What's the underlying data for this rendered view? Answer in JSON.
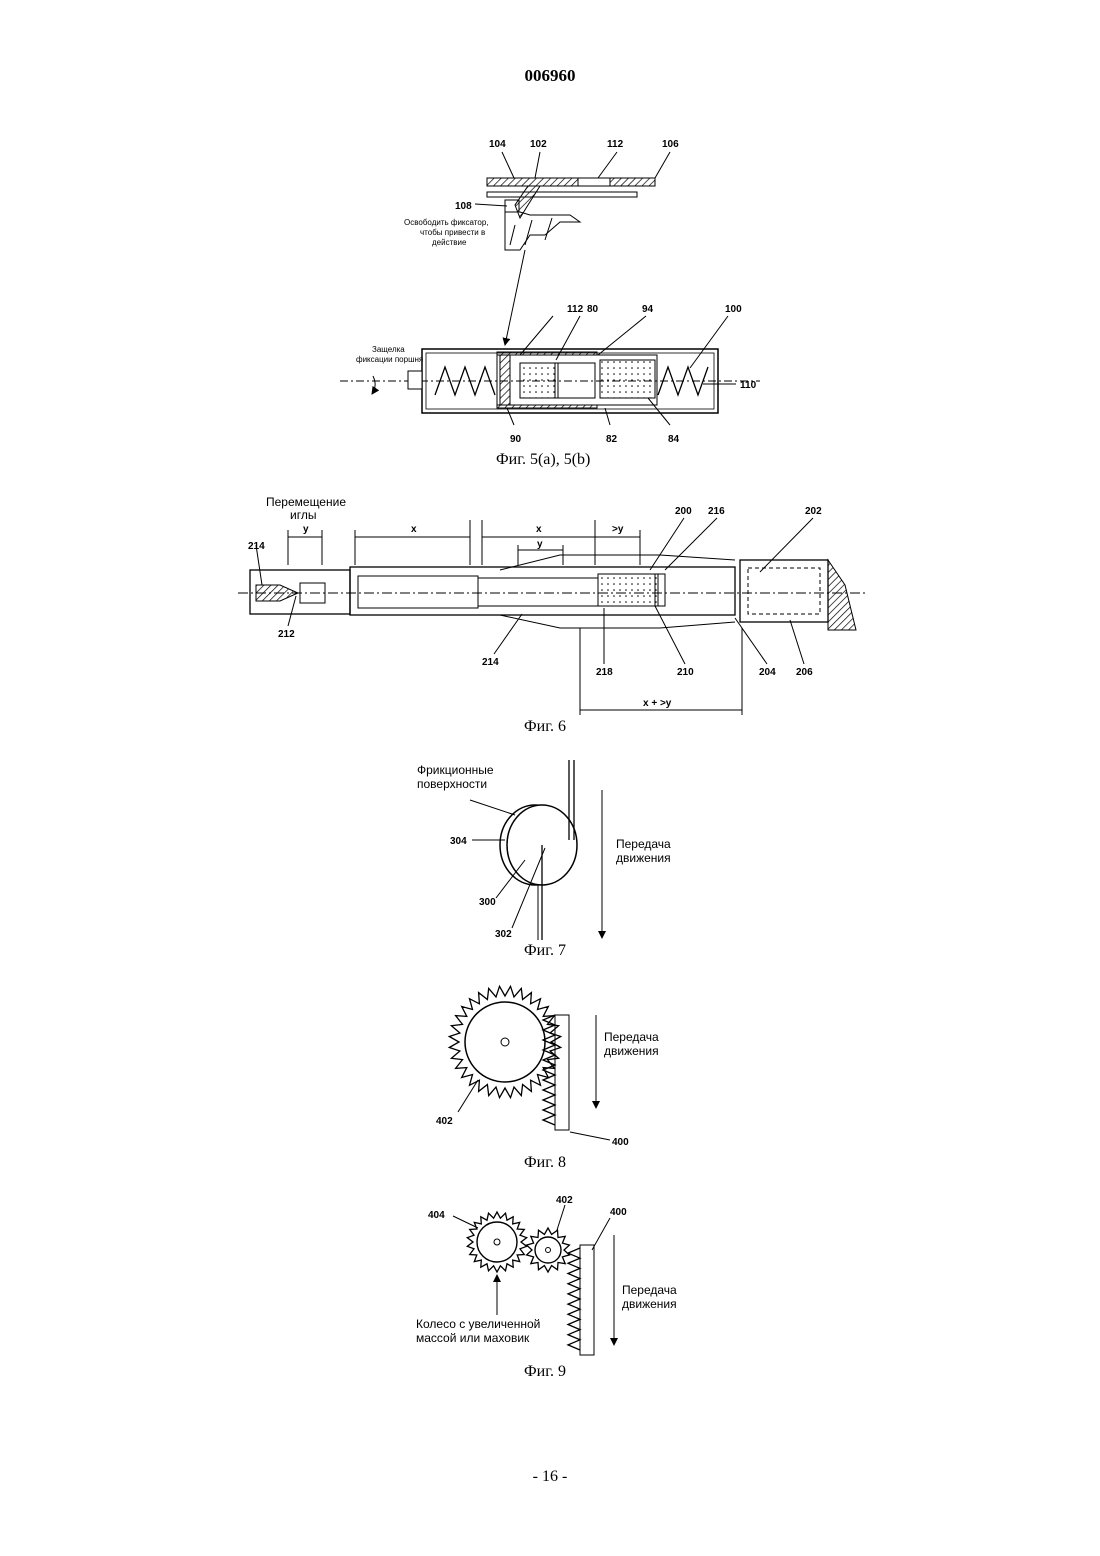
{
  "header": {
    "doc_number": "006960"
  },
  "footer": {
    "page": "- 16 -"
  },
  "fig5": {
    "caption": "Фиг. 5(a), 5(b)",
    "labels": {
      "l104": "104",
      "l102": "102",
      "l112a": "112",
      "l106": "106",
      "l108": "108",
      "note1": "Освободить фиксатор,",
      "note2": "чтобы привести в",
      "note3": "действие",
      "l112b": "112",
      "l80": "80",
      "l94": "94",
      "l100": "100",
      "l110": "110",
      "latch1": "Защелка",
      "latch2": "фиксации поршня",
      "l90": "90",
      "l82": "82",
      "l84": "84"
    }
  },
  "fig6": {
    "caption": "Фиг. 6",
    "labels": {
      "move1": "Перемещение",
      "move2": "иглы",
      "y1": "y",
      "x1": "x",
      "x2": "x",
      "gy": ">y",
      "y2": "y",
      "l200": "200",
      "l216": "216",
      "l202": "202",
      "l214a": "214",
      "l212": "212",
      "l214b": "214",
      "l218": "218",
      "l210": "210",
      "l204": "204",
      "l206": "206",
      "sum": "x + >y"
    }
  },
  "fig7": {
    "caption": "Фиг. 7",
    "labels": {
      "friction1": "Фрикционные",
      "friction2": "поверхности",
      "l304": "304",
      "l300": "300",
      "l302": "302",
      "motion1": "Передача",
      "motion2": "движения"
    }
  },
  "fig8": {
    "caption": "Фиг. 8",
    "labels": {
      "motion1": "Передача",
      "motion2": "движения",
      "l402": "402",
      "l400": "400"
    }
  },
  "fig9": {
    "caption": "Фиг. 9",
    "labels": {
      "l404": "404",
      "l402": "402",
      "l400": "400",
      "motion1": "Передача",
      "motion2": "движения",
      "wheel1": "Колесо с увеличенной",
      "wheel2": "массой или маховик"
    }
  }
}
